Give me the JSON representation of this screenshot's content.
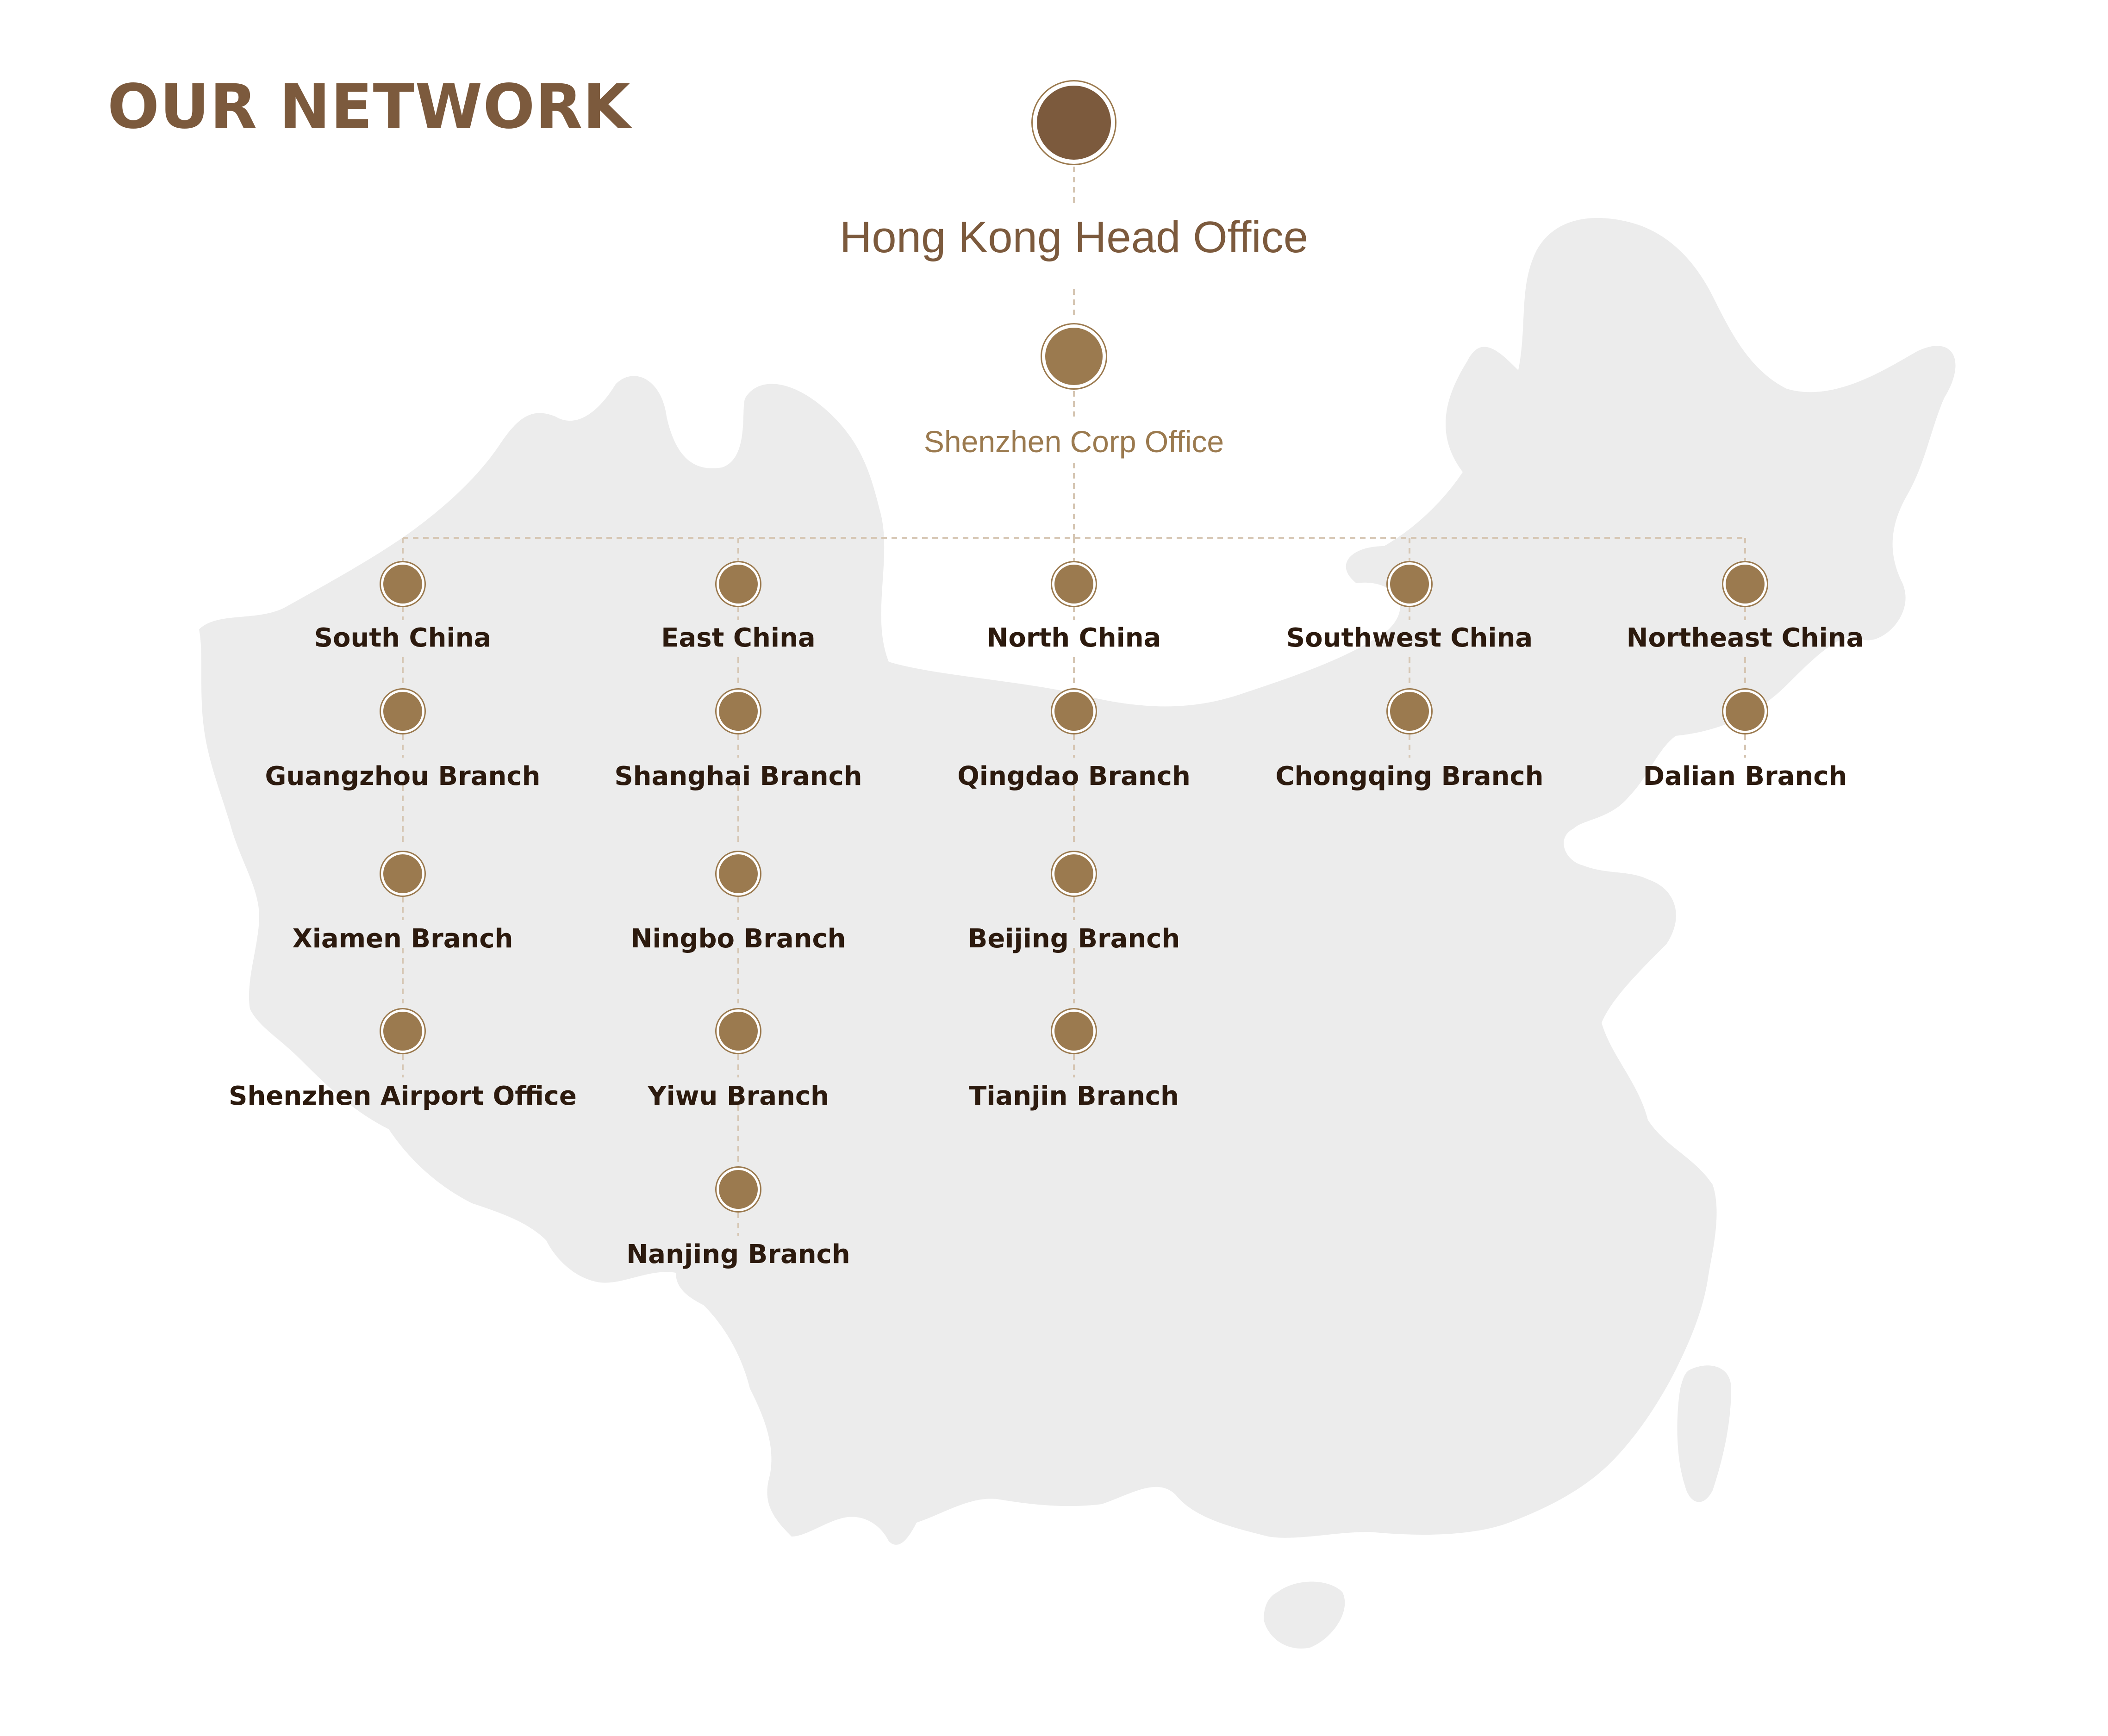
{
  "title": "OUR NETWORK",
  "colors": {
    "title": "#7c5a3d",
    "hq": "#7c5a3d",
    "node": "#9b7a4f",
    "corp_label": "#9b7a4f",
    "branch_label": "#2c1a0e",
    "ring": "#9b7a4f",
    "connector": "#d6c6b3",
    "map": "#ececec"
  },
  "head_office": {
    "label": "Hong Kong Head Office",
    "icon": "circle-node-icon"
  },
  "corp_office": {
    "label": "Shenzhen Corp Office",
    "icon": "circle-node-icon"
  },
  "regions": [
    {
      "label": "South China",
      "branches": [
        "Guangzhou Branch",
        "Xiamen Branch",
        "Shenzhen Airport Office"
      ]
    },
    {
      "label": "East China",
      "branches": [
        "Shanghai Branch",
        "Ningbo Branch",
        "Yiwu Branch",
        "Nanjing Branch"
      ]
    },
    {
      "label": "North China",
      "branches": [
        "Qingdao Branch",
        "Beijing Branch",
        "Tianjin Branch"
      ]
    },
    {
      "label": "Southwest China",
      "branches": [
        "Chongqing Branch"
      ]
    },
    {
      "label": "Northeast China",
      "branches": [
        "Dalian Branch"
      ]
    }
  ]
}
